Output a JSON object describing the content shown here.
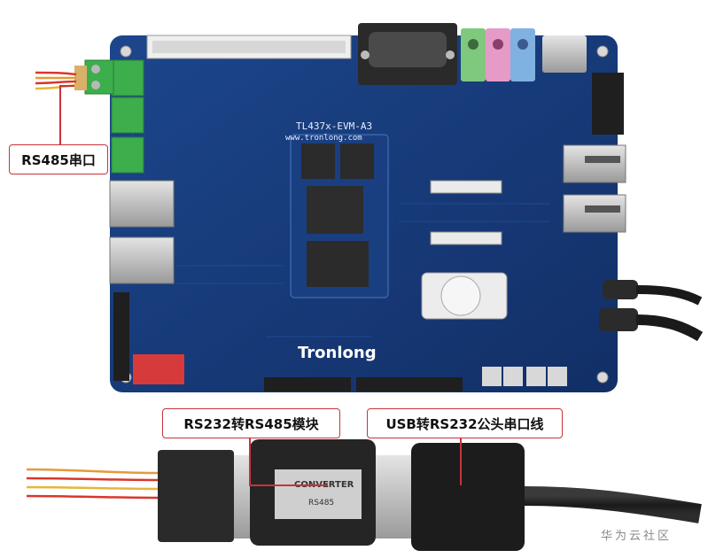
{
  "board": {
    "model_text": "TL437x-EVM-A3",
    "url_text": "www.tronlong.com",
    "brand_text": "Tronlong"
  },
  "callouts": {
    "rs485_port": "RS485串口",
    "converter_module": "RS232转RS485模块",
    "usb_cable": "USB转RS232公头串口线"
  },
  "converter": {
    "label_main": "CONVERTER",
    "label_sub": "RS485"
  },
  "watermark": "华为云社区",
  "colors": {
    "pcb": "#173a79",
    "callout_border": "#c8323c",
    "leader_line": "#c8323c"
  }
}
